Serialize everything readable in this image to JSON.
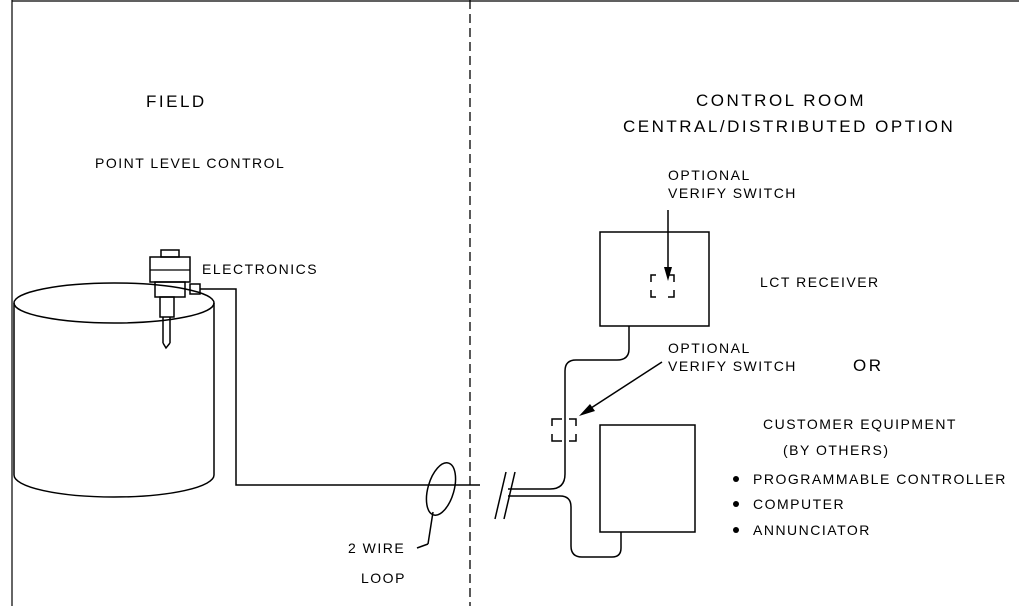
{
  "field": {
    "title": "FIELD",
    "subtitle": "POINT LEVEL CONTROL",
    "electronics_label": "ELECTRONICS",
    "loop_label_line1": "2 WIRE",
    "loop_label_line2": "LOOP"
  },
  "control_room": {
    "title_line1": "CONTROL ROOM",
    "title_line2": "CENTRAL/DISTRIBUTED OPTION",
    "verify_switch_top_line1": "OPTIONAL",
    "verify_switch_top_line2": "VERIFY SWITCH",
    "receiver_label": "LCT RECEIVER",
    "verify_switch_mid_line1": "OPTIONAL",
    "verify_switch_mid_line2": "VERIFY SWITCH",
    "or_label": "OR",
    "customer_line1": "CUSTOMER EQUIPMENT",
    "customer_line2": "(BY OTHERS)",
    "equipment_items": [
      "PROGRAMMABLE CONTROLLER",
      "COMPUTER",
      "ANNUNCIATOR"
    ]
  }
}
